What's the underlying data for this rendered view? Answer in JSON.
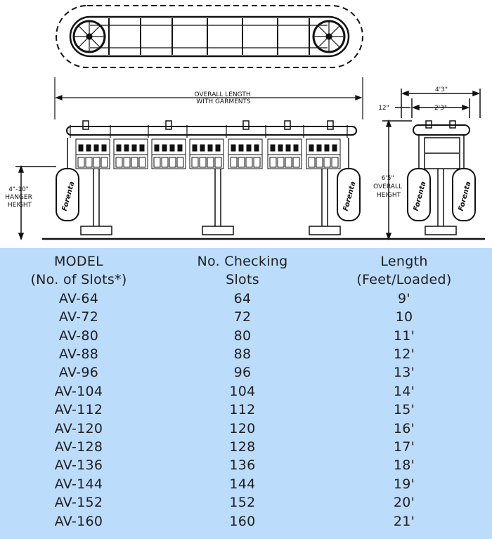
{
  "drawing": {
    "overall_length_label": [
      "OVERALL LENGTH",
      "WITH GARMENTS"
    ],
    "hanger_height_label": [
      "4\"-10\"",
      "HANGER",
      "HEIGHT"
    ],
    "overall_height_label": [
      "6'5\"",
      "OVERALL",
      "HEIGHT"
    ],
    "dim_4_3": "4'3\"",
    "dim_12": "12\"",
    "dim_2_3": "2'3\"",
    "bag_brand": "Forenta"
  },
  "table": {
    "headers": {
      "model": [
        "MODEL",
        "(No. of Slots*)"
      ],
      "slots": [
        "No. Checking",
        "Slots"
      ],
      "length": [
        "Length",
        "(Feet/Loaded)"
      ]
    },
    "rows": [
      {
        "model": "AV-64",
        "slots": "64",
        "length": "9'"
      },
      {
        "model": "AV-72",
        "slots": "72",
        "length": "10"
      },
      {
        "model": "AV-80",
        "slots": "80",
        "length": "11'"
      },
      {
        "model": "AV-88",
        "slots": "88",
        "length": "12'"
      },
      {
        "model": "AV-96",
        "slots": "96",
        "length": "13'"
      },
      {
        "model": "AV-104",
        "slots": "104",
        "length": "14'"
      },
      {
        "model": "AV-112",
        "slots": "112",
        "length": "15'"
      },
      {
        "model": "AV-120",
        "slots": "120",
        "length": "16'"
      },
      {
        "model": "AV-128",
        "slots": "128",
        "length": "17'"
      },
      {
        "model": "AV-136",
        "slots": "136",
        "length": "18'"
      },
      {
        "model": "AV-144",
        "slots": "144",
        "length": "19'"
      },
      {
        "model": "AV-152",
        "slots": "152",
        "length": "20'"
      },
      {
        "model": "AV-160",
        "slots": "160",
        "length": "21'"
      }
    ]
  }
}
